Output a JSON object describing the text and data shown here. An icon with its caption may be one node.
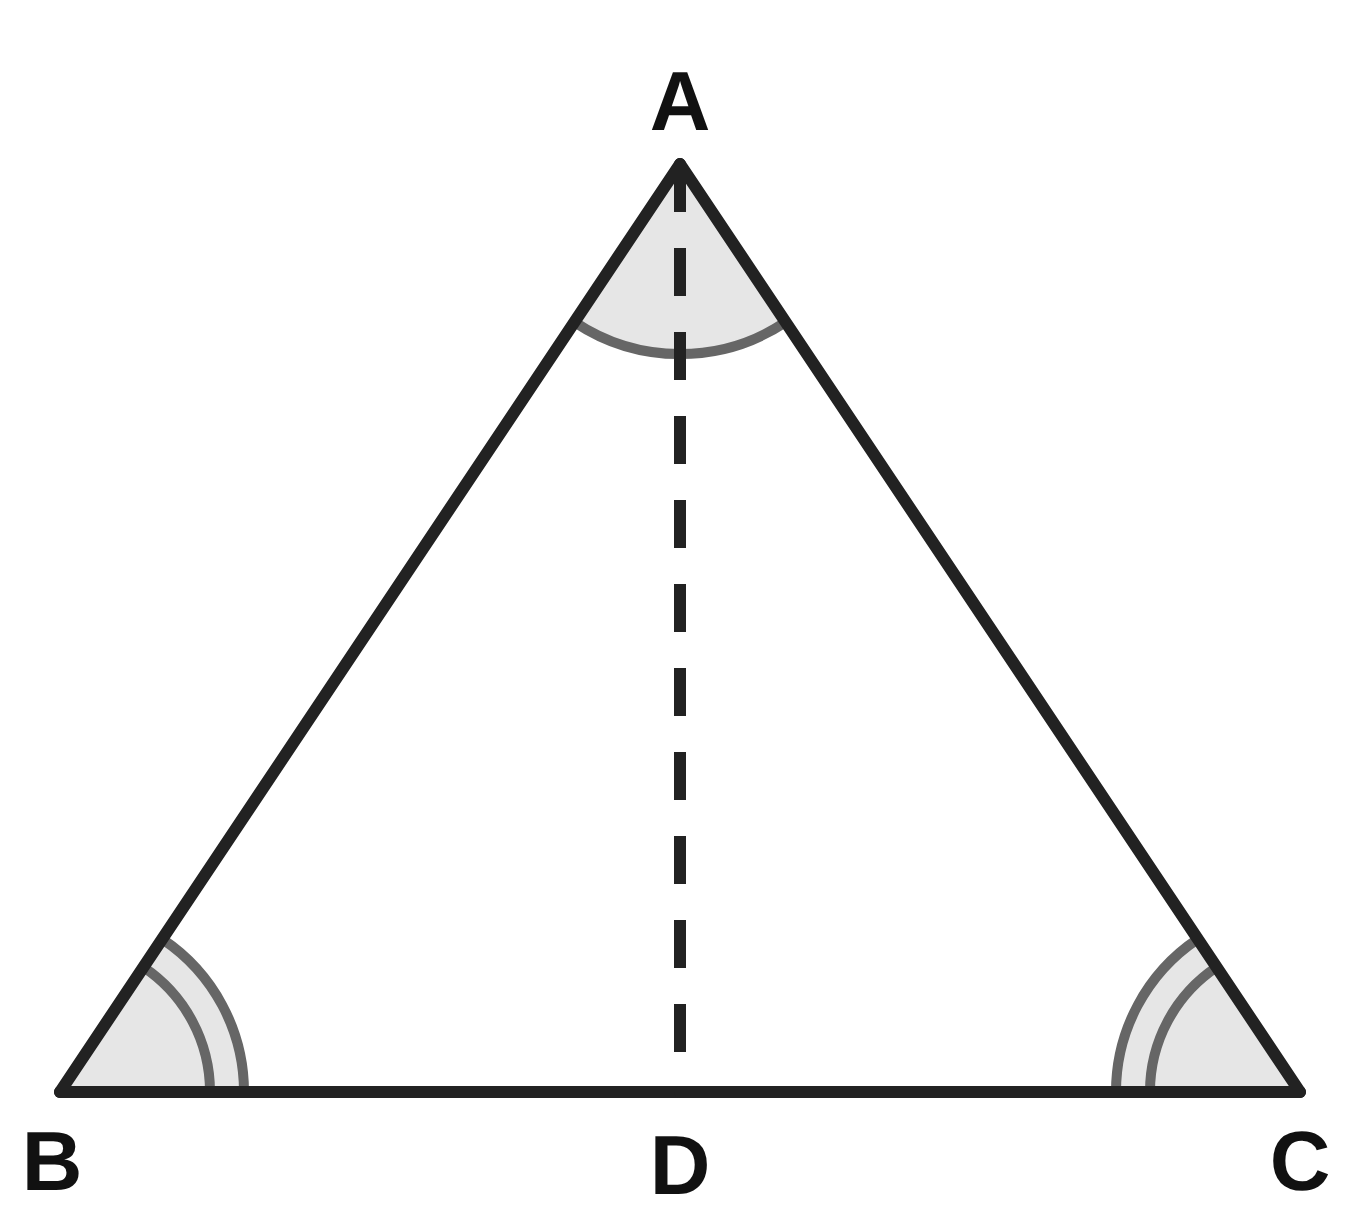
{
  "diagram": {
    "nodes": [
      {
        "text": [
          "A"
        ]
      },
      {
        "text": [
          "B"
        ]
      },
      {
        "text": [
          "C"
        ]
      },
      {
        "text": [
          "D"
        ]
      }
    ],
    "edges": [
      {
        "from": 0,
        "to": 1,
        "arrow": "none"
      },
      {
        "from": 0,
        "to": 2,
        "arrow": "none"
      },
      {
        "from": 1,
        "to": 3,
        "arrow": "none"
      },
      {
        "from": 3,
        "to": 2,
        "arrow": "none"
      },
      {
        "from": 0,
        "to": 3,
        "arrow": "none",
        "style": "dashed"
      }
    ]
  }
}
